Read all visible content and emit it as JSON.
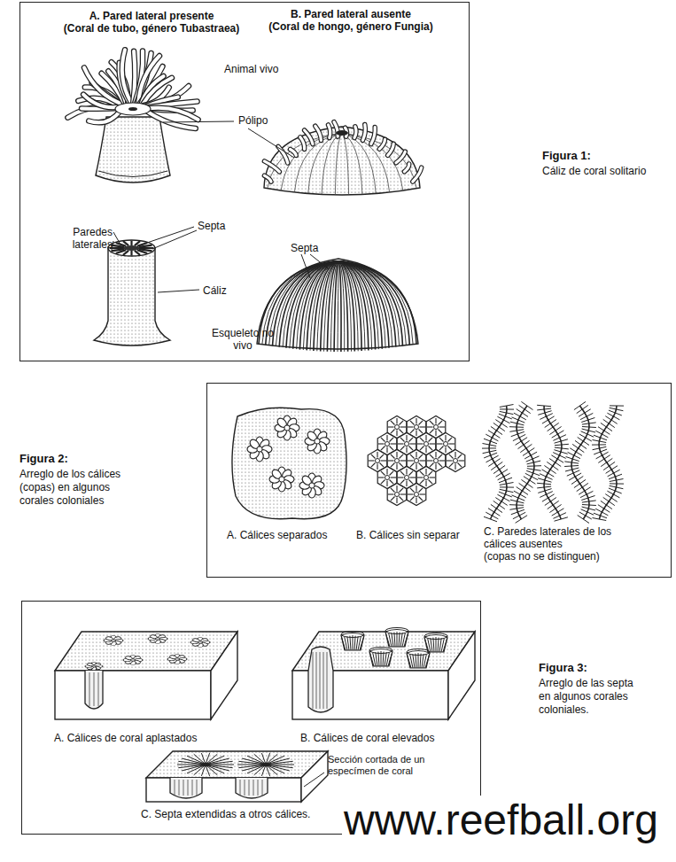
{
  "diagram": {
    "nodes": [
      {
        "text": [
          "A. Pared lateral presente (Coral de tubo, género Tubastraea)",
          "B. Pared lateral ausente (Coral de hongo, género Fungia)",
          "Animal vivo",
          "Pólipo",
          "Septa",
          "Paredes laterales",
          "Cáliz",
          "Septa",
          "Esqueleto no vivo"
        ]
      },
      {
        "text": [
          "A. Cálices separados",
          "B. Cálices sin separar",
          "C. Paredes laterales de los cálices ausentes (copas no se distinguen)"
        ]
      },
      {
        "text": [
          "A. Cálices de coral aplastados",
          "B. Cálices de coral elevados",
          "Sección cortada de un especímen de coral",
          "C. Septa extendidas a otros cálices."
        ]
      }
    ],
    "labels": [
      "Figura 1:",
      "Cáliz de coral solitario",
      "Figura 2:",
      "Arreglo de los cálices (copas) en algunos corales coloniales",
      "Figura 3:",
      "Arreglo de las septa en algunos corales coloniales.",
      "www.reefball.org"
    ]
  }
}
